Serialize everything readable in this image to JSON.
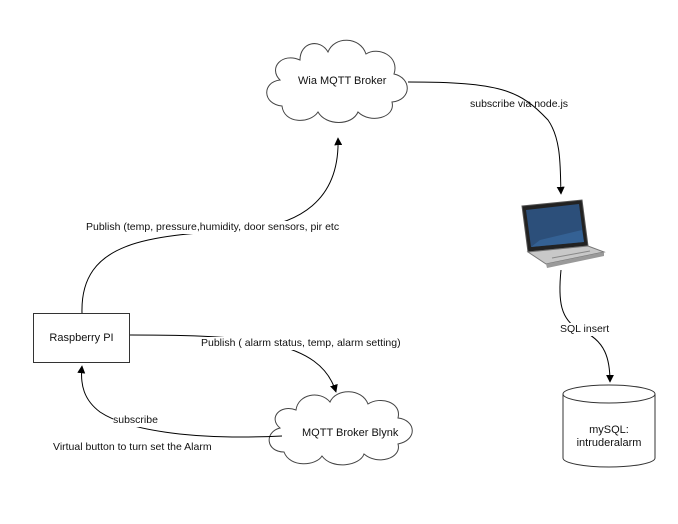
{
  "nodes": {
    "wia_broker": "Wia MQTT Broker",
    "raspberry_pi": "Raspberry PI",
    "blynk_broker": "MQTT Broker Blynk",
    "database": "mySQL:\nintruderalarm"
  },
  "edges": {
    "subscribe_nodejs": "subscribe via node.js",
    "publish_sensors": "Publish (temp, pressure,humidity, door sensors, pir etc",
    "publish_alarm": "Publish ( alarm status, temp, alarm setting)",
    "subscribe_blynk": "subscribe",
    "sql_insert": "SQL insert"
  },
  "notes": {
    "virtual_button": "Virtual button to turn set the Alarm"
  },
  "icons": {
    "laptop": "laptop-icon",
    "database": "database-icon",
    "cloud": "cloud-icon"
  }
}
